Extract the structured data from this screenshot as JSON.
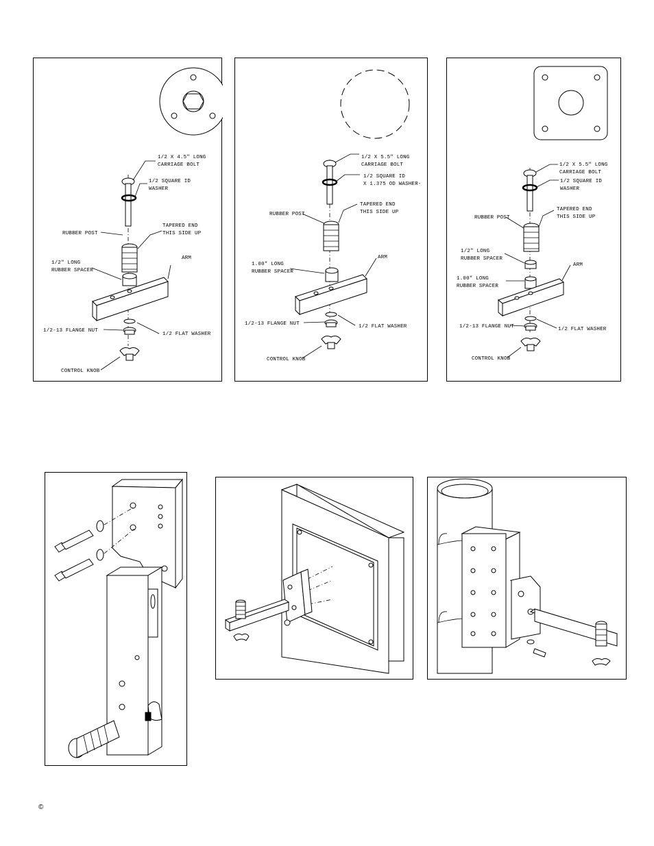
{
  "panels": {
    "round_flange": {
      "bolt": "1/2 X 4.5\" LONG",
      "bolt2": "CARRIAGE BOLT",
      "washer1": "1/2 SQUARE ID",
      "washer2": "WASHER",
      "post": "RUBBER POST",
      "taper1": "TAPERED END",
      "taper2": "THIS  SIDE UP",
      "spacer1": "1/2\" LONG",
      "spacer2": "RUBBER SPACER",
      "arm": "ARM",
      "nut": "1/2-13 FLANGE NUT",
      "flatwasher": "1/2 FLAT WASHER",
      "knob": "CONTROL KNOB"
    },
    "notched_flange": {
      "bolt": "1/2 X 5.5\" LONG",
      "bolt2": "CARRIAGE BOLT",
      "washer1": "1/2 SQUARE ID",
      "washer2": "X 1.375 OD WASHER-",
      "post": "RUBBER POST",
      "taper1": "TAPERED END",
      "taper2": "THIS SIDE UP",
      "spacer1": "1.00\" LONG",
      "spacer2": "RUBBER SPACER",
      "arm": "ARM",
      "nut": "1/2-13 FLANGE NUT",
      "flatwasher": "1/2 FLAT WASHER",
      "knob": "CONTROL KNOB"
    },
    "square_flange": {
      "bolt": "1/2 X 5.5\" LONG",
      "bolt2": "CARRIAGE BOLT",
      "washer1": "1/2 SQUARE ID",
      "washer2": "WASHER",
      "post": "RUBBER POST",
      "taper1": "TAPERED END",
      "taper2": "THIS SIDE UP",
      "spacerA1": "1/2\" LONG",
      "spacerA2": "RUBBER SPACER",
      "spacerB1": "1.00\" LONG",
      "spacerB2": "RUBBER SPACER",
      "arm": "ARM",
      "nut": "1/2-13 FLANGE NUT",
      "flatwasher": "1/2 FLAT WASHER",
      "knob": "CONTROL KNOB"
    }
  },
  "footer": {
    "copyright": "©"
  }
}
